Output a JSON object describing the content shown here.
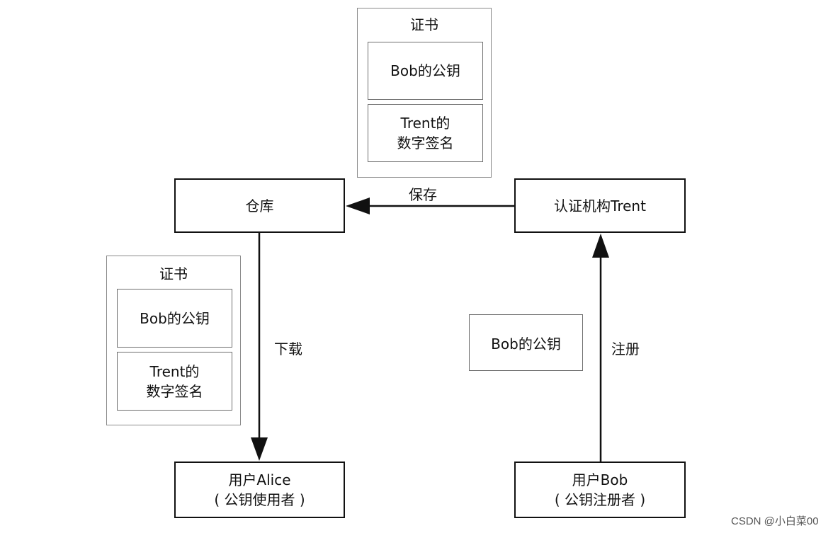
{
  "top_certificate": {
    "title": "证书",
    "public_key": "Bob的公钥",
    "signature": "Trent的\n数字签名"
  },
  "left_certificate": {
    "title": "证书",
    "public_key": "Bob的公钥",
    "signature": "Trent的\n数字签名"
  },
  "nodes": {
    "repository": "仓库",
    "ca": "认证机构Trent",
    "alice_line1": "用户Alice",
    "alice_line2": "( 公钥使用者 )",
    "bob_line1": "用户Bob",
    "bob_line2": "( 公钥注册者 )",
    "bob_public_key": "Bob的公钥"
  },
  "edges": {
    "store": "保存",
    "download": "下载",
    "register": "注册"
  },
  "watermark": "CSDN @小白菜00"
}
